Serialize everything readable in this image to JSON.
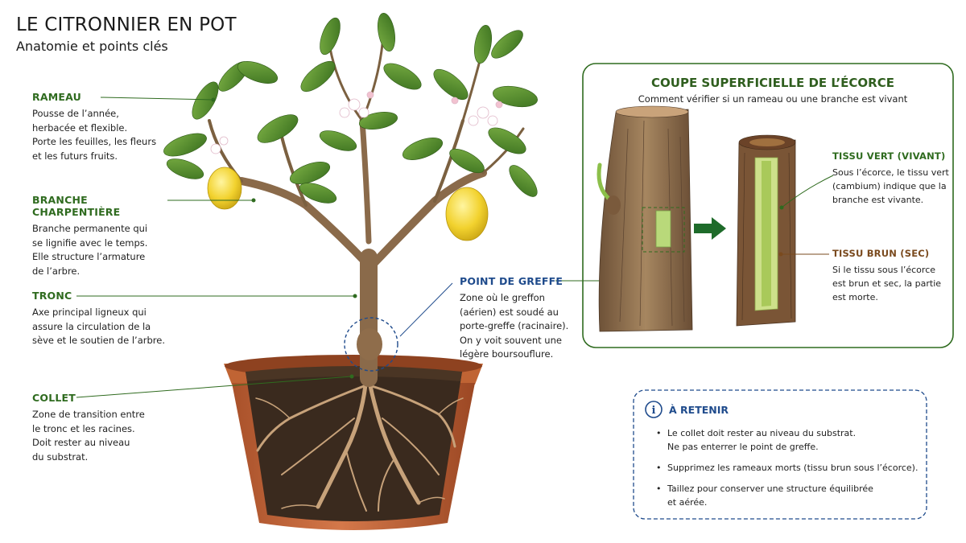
{
  "header": {
    "title": "LE CITRONNIER EN POT",
    "subtitle": "Anatomie et points clés"
  },
  "labels": {
    "rameau": {
      "title": "RAMEAU",
      "text": "Pousse de l’année,\nherbacée et flexible.\nPorte les feuilles, les fleurs\net les futurs fruits."
    },
    "branche": {
      "title": "BRANCHE CHARPENTIÈRE",
      "text": "Branche permanente qui\nse lignifie avec le temps.\nElle structure l’armature\nde l’arbre."
    },
    "tronc": {
      "title": "TRONC",
      "text": "Axe principal ligneux qui\nassure la circulation de la\nsève et le soutien de l’arbre."
    },
    "collet": {
      "title": "COLLET",
      "text": "Zone de transition entre\nle tronc et les racines.\nDoit rester au niveau\ndu substrat."
    },
    "greffe": {
      "title": "POINT DE GREFFE",
      "text": "Zone où le greffon\n(aérien) est soudé au\nporte-greffe (racinaire).\nOn y voit souvent une\nlégère boursouflure."
    }
  },
  "panel": {
    "title": "COUPE SUPERFICIELLE DE L’ÉCORCE",
    "subtitle": "Comment vérifier si un rameau ou une branche est vivant",
    "vert": {
      "title": "TISSU VERT (VIVANT)",
      "text": "Sous l’écorce, le tissu vert\n(cambium) indique que la\nbranche est vivante."
    },
    "brun": {
      "title": "TISSU BRUN (SEC)",
      "text": "Si le tissu sous l’écorce\nest brun et sec, la partie\nest morte."
    }
  },
  "retenir": {
    "icon": "info-icon",
    "title": "À RETENIR",
    "items": [
      "Le collet doit rester au niveau du substrat.\nNe pas enterrer le point de greffe.",
      "Supprimez les rameaux morts (tissu brun sous l’écorce).",
      "Taillez pour conserver une structure équilibrée\net aérée."
    ]
  },
  "colors": {
    "green_label": "#2f6b1f",
    "blue_label": "#1f4b8c",
    "brown_label": "#7a4a1e",
    "pot": "#c8693a",
    "leaf": "#4f8a2a",
    "lemon": "#f2d22e",
    "bark": "#8a6a4a",
    "soil": "#3a2a1e"
  }
}
